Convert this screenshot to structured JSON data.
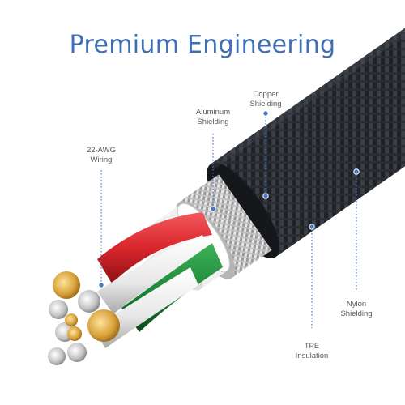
{
  "title": "Premium Engineering",
  "labels": {
    "wiring": [
      "22-AWG",
      "Wiring"
    ],
    "aluminum": [
      "Aluminum",
      "Shielding"
    ],
    "copper": [
      "Copper",
      "Shielding"
    ],
    "nylon": [
      "Nylon",
      "Shielding"
    ],
    "tpe": [
      "TPE",
      "Insulation"
    ]
  },
  "colors": {
    "title": "#3f6fb4",
    "callout": "#4a78c2",
    "label_text": "#555a60",
    "braid": "#1f2226",
    "copper_shield": "#c9c9c9",
    "aluminum_foil": "#e8e8e8",
    "wire_red": "#d9262b",
    "wire_white": "#f2f2f2",
    "wire_green": "#1f8a3a",
    "conductor_gold": "#d9a23c",
    "conductor_silver": "#c4c4c4"
  }
}
